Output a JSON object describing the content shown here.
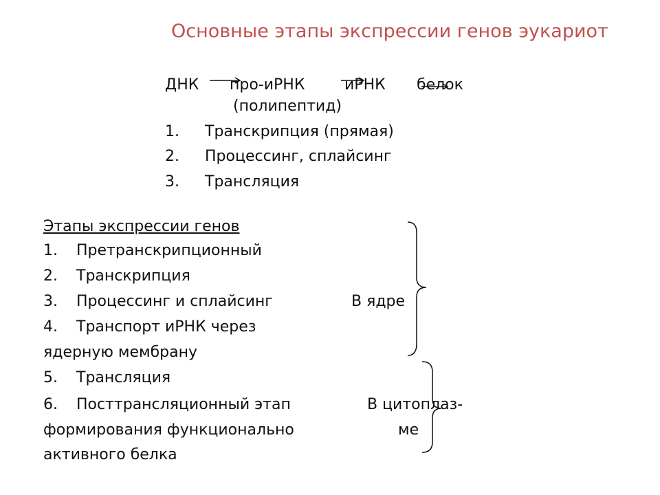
{
  "title": "Основные этапы экспрессии генов эукариот",
  "scheme": {
    "dna": "ДНК",
    "pre_mrna": "про-иРНК",
    "mrna": "иРНК",
    "protein": "белок",
    "protein_note": "(полипептид)",
    "steps": [
      {
        "num": "1.",
        "label": "Транскрипция (прямая)"
      },
      {
        "num": "2.",
        "label": "Процессинг, сплайсинг"
      },
      {
        "num": "3.",
        "label": "Трансляция"
      }
    ]
  },
  "stages": {
    "heading": "Этапы экспрессии генов",
    "items": [
      {
        "num": "1.",
        "label": "Претранскрипционный"
      },
      {
        "num": "2.",
        "label": "Транскрипция"
      },
      {
        "num": "3.",
        "label": "Процессинг и сплайсинг"
      },
      {
        "num": "4.",
        "label": "Транспорт иРНК через"
      },
      {
        "num": "",
        "label": "ядерную мембрану"
      },
      {
        "num": "5.",
        "label": "Трансляция"
      },
      {
        "num": "6.",
        "label": "Посттрансляционный этап"
      },
      {
        "num": "",
        "label": "формирования функционально"
      },
      {
        "num": "",
        "label": "активного белка"
      }
    ],
    "nucleus_label": "В ядре",
    "cytoplasm_label_1": "В цитоплаз-",
    "cytoplasm_label_2": "ме"
  },
  "colors": {
    "title": "#c0504d",
    "text": "#111111"
  }
}
